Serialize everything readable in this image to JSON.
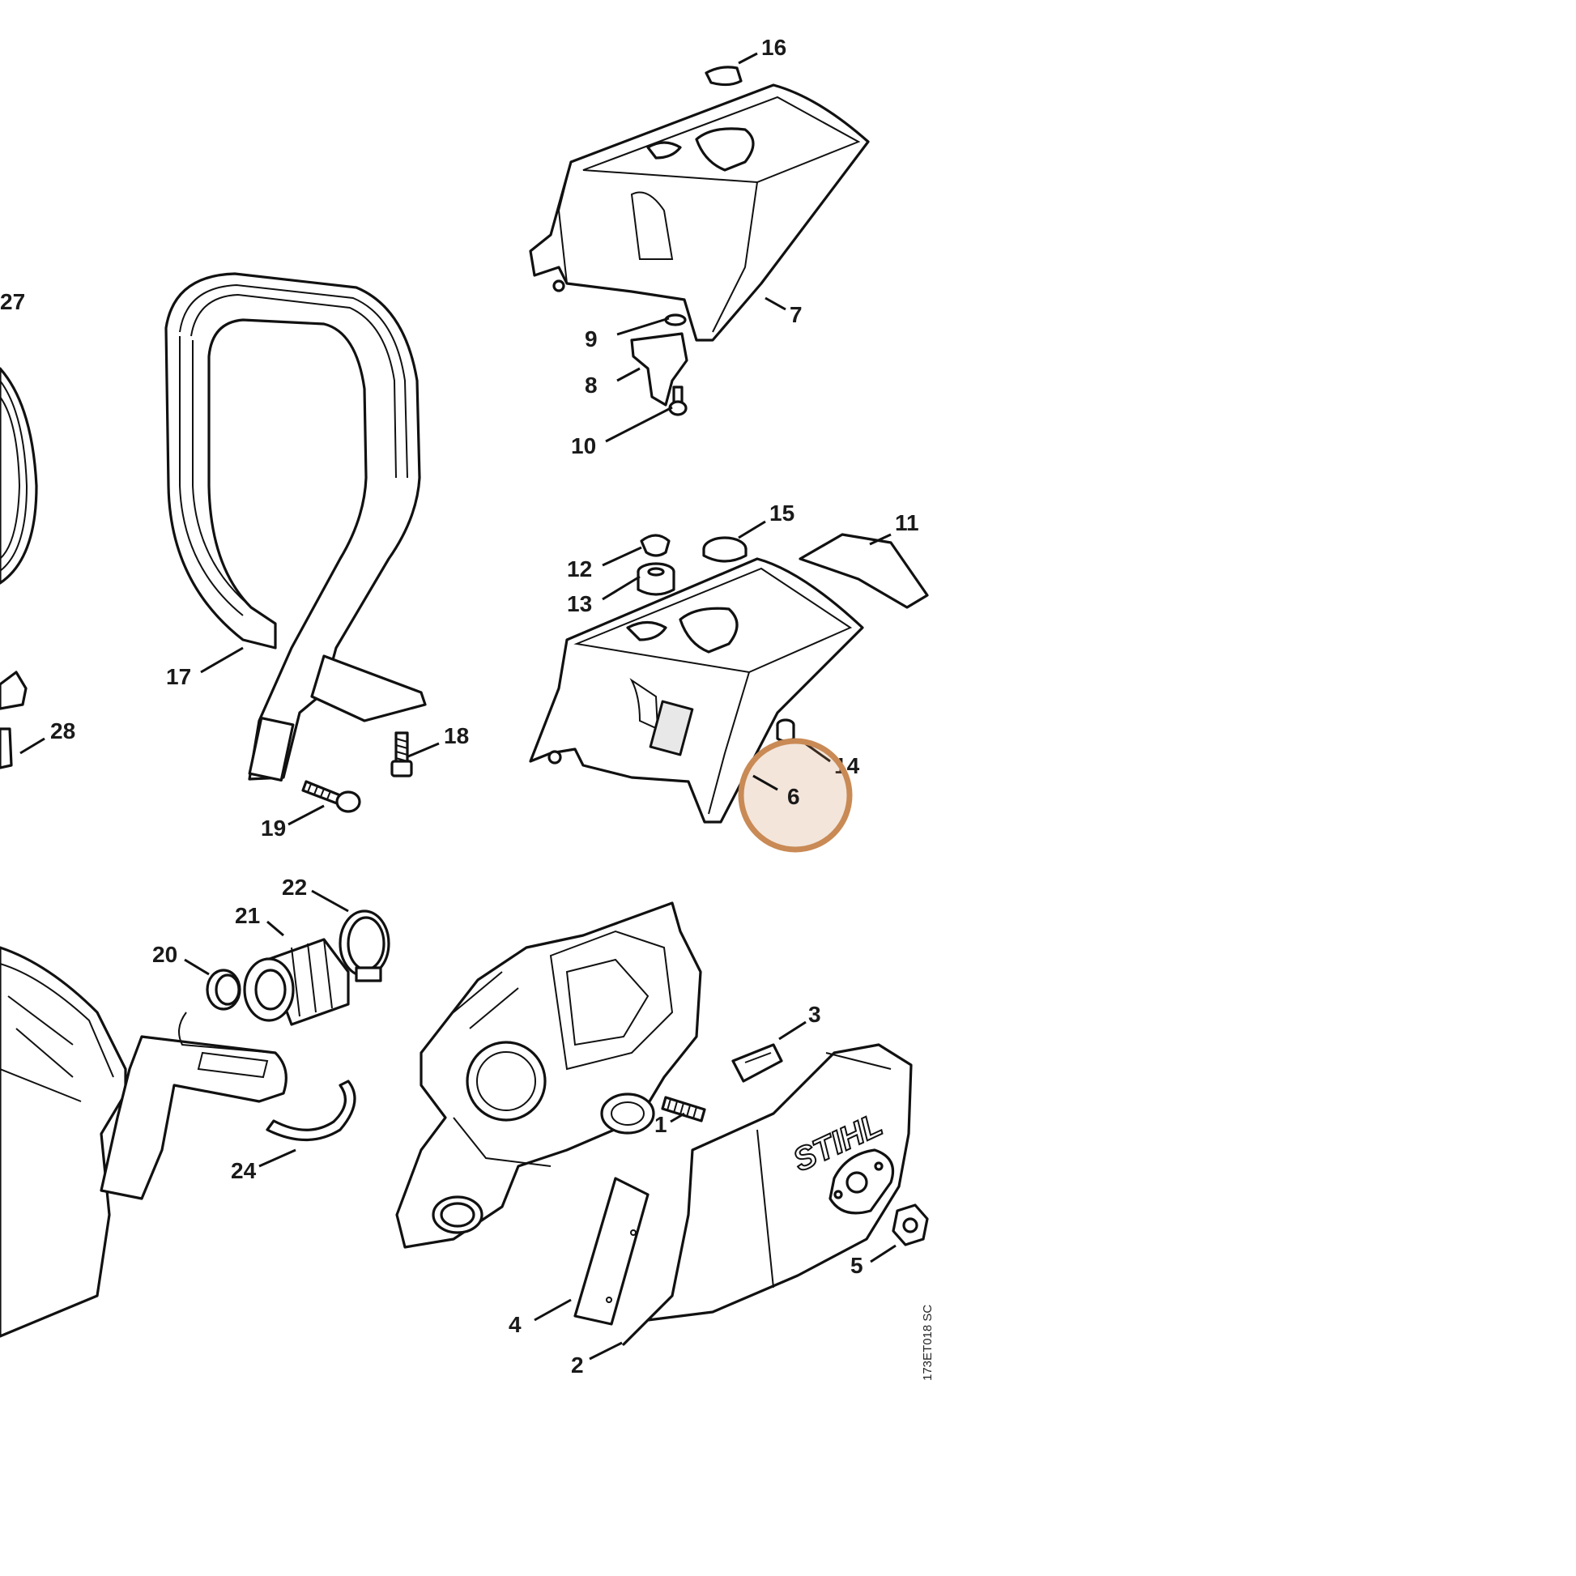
{
  "drawing_code": "173ET018 SC",
  "brand_text": "STIHL",
  "highlight": {
    "part_number": "6",
    "color": "#c98a55"
  },
  "callouts": [
    {
      "id": "1",
      "text": "1"
    },
    {
      "id": "2",
      "text": "2"
    },
    {
      "id": "3",
      "text": "3"
    },
    {
      "id": "4",
      "text": "4"
    },
    {
      "id": "5",
      "text": "5"
    },
    {
      "id": "6",
      "text": "6"
    },
    {
      "id": "7",
      "text": "7"
    },
    {
      "id": "8",
      "text": "8"
    },
    {
      "id": "9",
      "text": "9"
    },
    {
      "id": "10",
      "text": "10"
    },
    {
      "id": "11",
      "text": "11"
    },
    {
      "id": "12",
      "text": "12"
    },
    {
      "id": "13",
      "text": "13"
    },
    {
      "id": "14",
      "text": "14"
    },
    {
      "id": "15",
      "text": "15"
    },
    {
      "id": "16",
      "text": "16"
    },
    {
      "id": "17",
      "text": "17"
    },
    {
      "id": "18",
      "text": "18"
    },
    {
      "id": "19",
      "text": "19"
    },
    {
      "id": "20",
      "text": "20"
    },
    {
      "id": "21",
      "text": "21"
    },
    {
      "id": "22",
      "text": "22"
    },
    {
      "id": "24",
      "text": "24"
    },
    {
      "id": "27",
      "text": "27"
    },
    {
      "id": "28",
      "text": "28"
    }
  ]
}
